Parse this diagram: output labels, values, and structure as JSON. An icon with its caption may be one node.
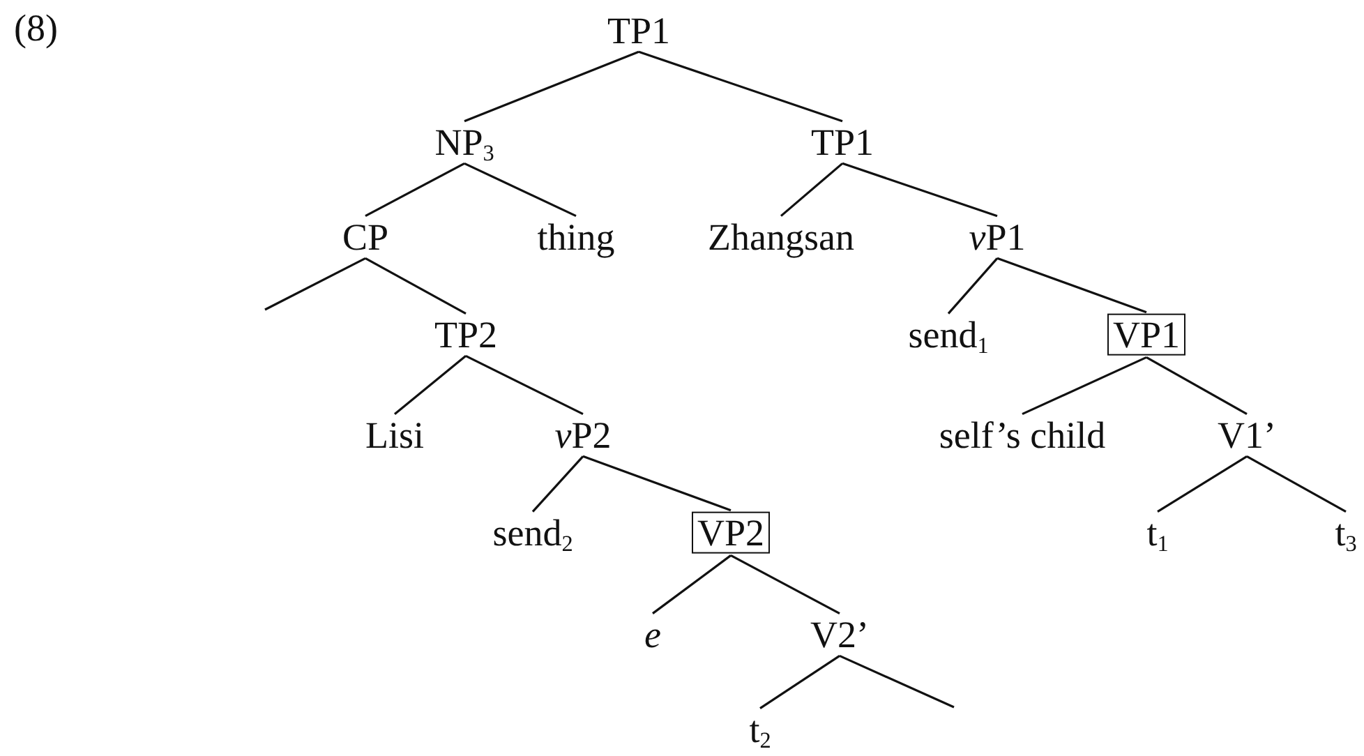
{
  "diagram": {
    "nodes": [
      {
        "text": [
          "TP1"
        ]
      },
      {
        "text": [
          "NP$_{3}$"
        ]
      },
      {
        "text": [
          "TP1"
        ]
      },
      {
        "text": [
          "CP"
        ]
      },
      {
        "text": [
          "thing"
        ]
      },
      {
        "text": [
          "Zhangsan"
        ]
      },
      {
        "text": [
          "vP1"
        ]
      },
      {
        "text": [
          "TP2"
        ]
      },
      {
        "text": [
          "send$_{1}$"
        ]
      },
      {
        "text": [
          "VP1"
        ]
      },
      {
        "text": [
          "Lisi"
        ]
      },
      {
        "text": [
          "vP2"
        ]
      },
      {
        "text": [
          "self’s child"
        ]
      },
      {
        "text": [
          "V1’"
        ]
      },
      {
        "text": [
          "send$_{2}$"
        ]
      },
      {
        "text": [
          "VP2"
        ]
      },
      {
        "text": [
          "t$_{1}$"
        ]
      },
      {
        "text": [
          "t$_{3}$"
        ]
      },
      {
        "text": [
          "e"
        ]
      },
      {
        "text": [
          "V2’"
        ]
      },
      {
        "text": [
          "t$_{2}$"
        ]
      }
    ],
    "edges": [
      {
        "from": 0,
        "to": 1,
        "arrow": "none"
      },
      {
        "from": 0,
        "to": 2,
        "arrow": "none"
      },
      {
        "from": 1,
        "to": 3,
        "arrow": "none"
      },
      {
        "from": 1,
        "to": 4,
        "arrow": "none"
      },
      {
        "from": 2,
        "to": 5,
        "arrow": "none"
      },
      {
        "from": 2,
        "to": 6,
        "arrow": "none"
      },
      {
        "from": 3,
        "to": null,
        "arrow": "none"
      },
      {
        "from": 3,
        "to": 7,
        "arrow": "none"
      },
      {
        "from": 6,
        "to": 8,
        "arrow": "none"
      },
      {
        "from": 6,
        "to": 9,
        "arrow": "none"
      },
      {
        "from": 7,
        "to": 10,
        "arrow": "none"
      },
      {
        "from": 7,
        "to": 11,
        "arrow": "none"
      },
      {
        "from": 9,
        "to": 12,
        "arrow": "none"
      },
      {
        "from": 9,
        "to": 13,
        "arrow": "none"
      },
      {
        "from": 11,
        "to": 14,
        "arrow": "none"
      },
      {
        "from": 11,
        "to": 15,
        "arrow": "none"
      },
      {
        "from": 13,
        "to": 16,
        "arrow": "none"
      },
      {
        "from": 13,
        "to": 17,
        "arrow": "none"
      },
      {
        "from": 15,
        "to": 18,
        "arrow": "none"
      },
      {
        "from": 15,
        "to": 19,
        "arrow": "none"
      },
      {
        "from": 19,
        "to": 20,
        "arrow": "none"
      },
      {
        "from": 19,
        "to": null,
        "arrow": "none"
      }
    ],
    "labels": [
      "(8)"
    ]
  }
}
